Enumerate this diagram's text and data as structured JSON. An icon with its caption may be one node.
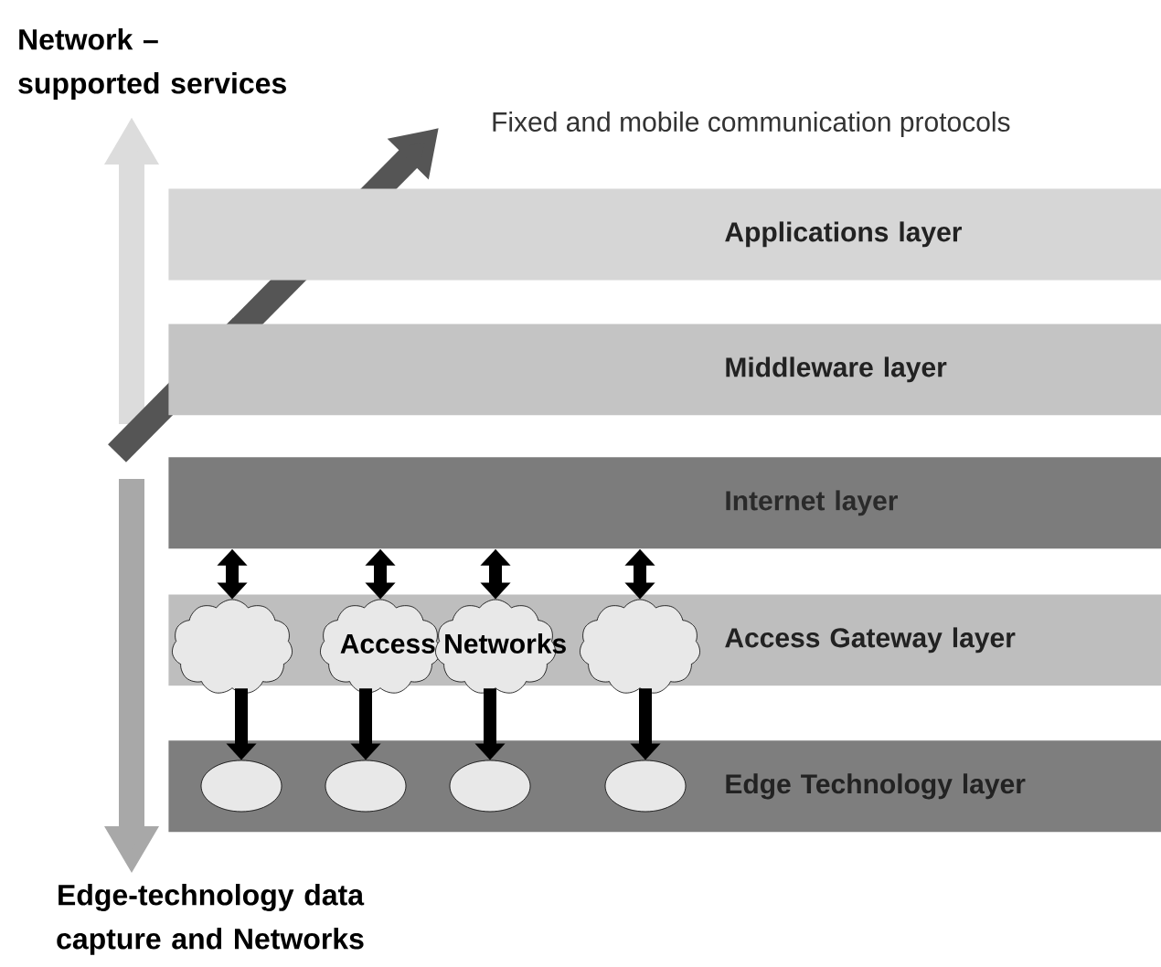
{
  "diagram": {
    "nodes": [
      {
        "text": [
          "Applications layer"
        ]
      },
      {
        "text": [
          "Middleware layer"
        ]
      },
      {
        "text": [
          "Internet layer"
        ]
      },
      {
        "text": [
          "Access Gateway layer"
        ]
      },
      {
        "text": [
          "Edge Technology layer"
        ]
      },
      {
        "text": [],
        "shape": "cloud"
      },
      {
        "text": [],
        "shape": "cloud"
      },
      {
        "text": [],
        "shape": "cloud"
      },
      {
        "text": [],
        "shape": "cloud"
      },
      {
        "text": [],
        "shape": "ellipse",
        "in": 4
      },
      {
        "text": [],
        "shape": "ellipse",
        "in": 4
      },
      {
        "text": [],
        "shape": "ellipse",
        "in": 4
      },
      {
        "text": [],
        "shape": "ellipse",
        "in": 4
      }
    ],
    "edges": [
      {
        "from": 2,
        "to": 5,
        "arrow": "both"
      },
      {
        "from": 2,
        "to": 6,
        "arrow": "both"
      },
      {
        "from": 2,
        "to": 7,
        "arrow": "both"
      },
      {
        "from": 2,
        "to": 8,
        "arrow": "both"
      },
      {
        "from": 5,
        "to": 9,
        "arrow": "to"
      },
      {
        "from": 6,
        "to": 10,
        "arrow": "to"
      },
      {
        "from": 7,
        "to": 11,
        "arrow": "to"
      },
      {
        "from": 8,
        "to": 12,
        "arrow": "to"
      }
    ],
    "labels": [
      "Network – supported services",
      "Fixed and mobile communication protocols",
      "Access Networks",
      "Edge-technology data capture and Networks"
    ]
  }
}
